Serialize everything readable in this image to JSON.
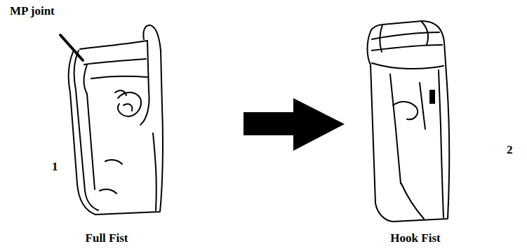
{
  "diagram": {
    "labels": [
      "MP joint",
      "1",
      "2",
      "Full Fist",
      "Hook Fist"
    ]
  }
}
